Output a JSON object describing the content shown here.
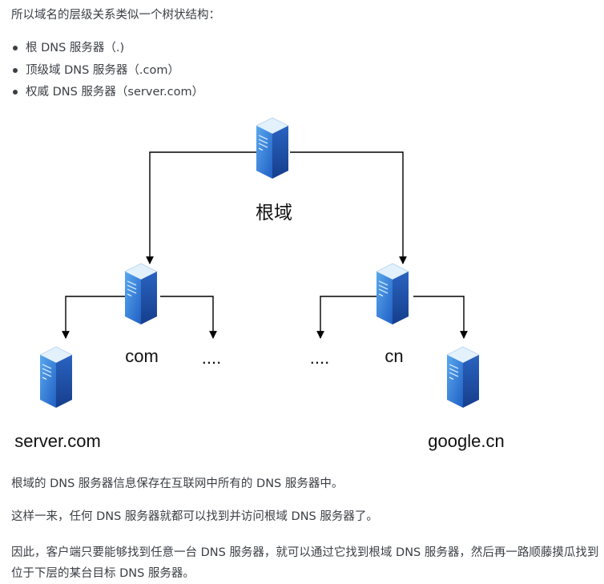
{
  "intro": "所以域名的层级关系类似一个树状结构：",
  "bullets": [
    "根 DNS 服务器（.)",
    "顶级域 DNS 服务器（.com）",
    "权威 DNS 服务器（server.com）"
  ],
  "diagram": {
    "root_label": "根域",
    "com_label": "com",
    "cn_label": "cn",
    "com_more": "....",
    "cn_more": "....",
    "server_label": "server.com",
    "google_label": "google.cn"
  },
  "paragraphs": [
    "根域的 DNS 服务器信息保存在互联网中所有的 DNS 服务器中。",
    "这样一来，任何 DNS 服务器就都可以找到并访问根域 DNS 服务器了。",
    "因此，客户端只要能够找到任意一台 DNS 服务器，就可以通过它找到根域 DNS 服务器，然后再一路顺藤摸瓜找到位于下层的某台目标 DNS 服务器。"
  ],
  "colors": {
    "server_front": "#2f7ad8",
    "server_top": "#d6ebfb",
    "server_side": "#1e4fa8",
    "line": "#000000"
  }
}
